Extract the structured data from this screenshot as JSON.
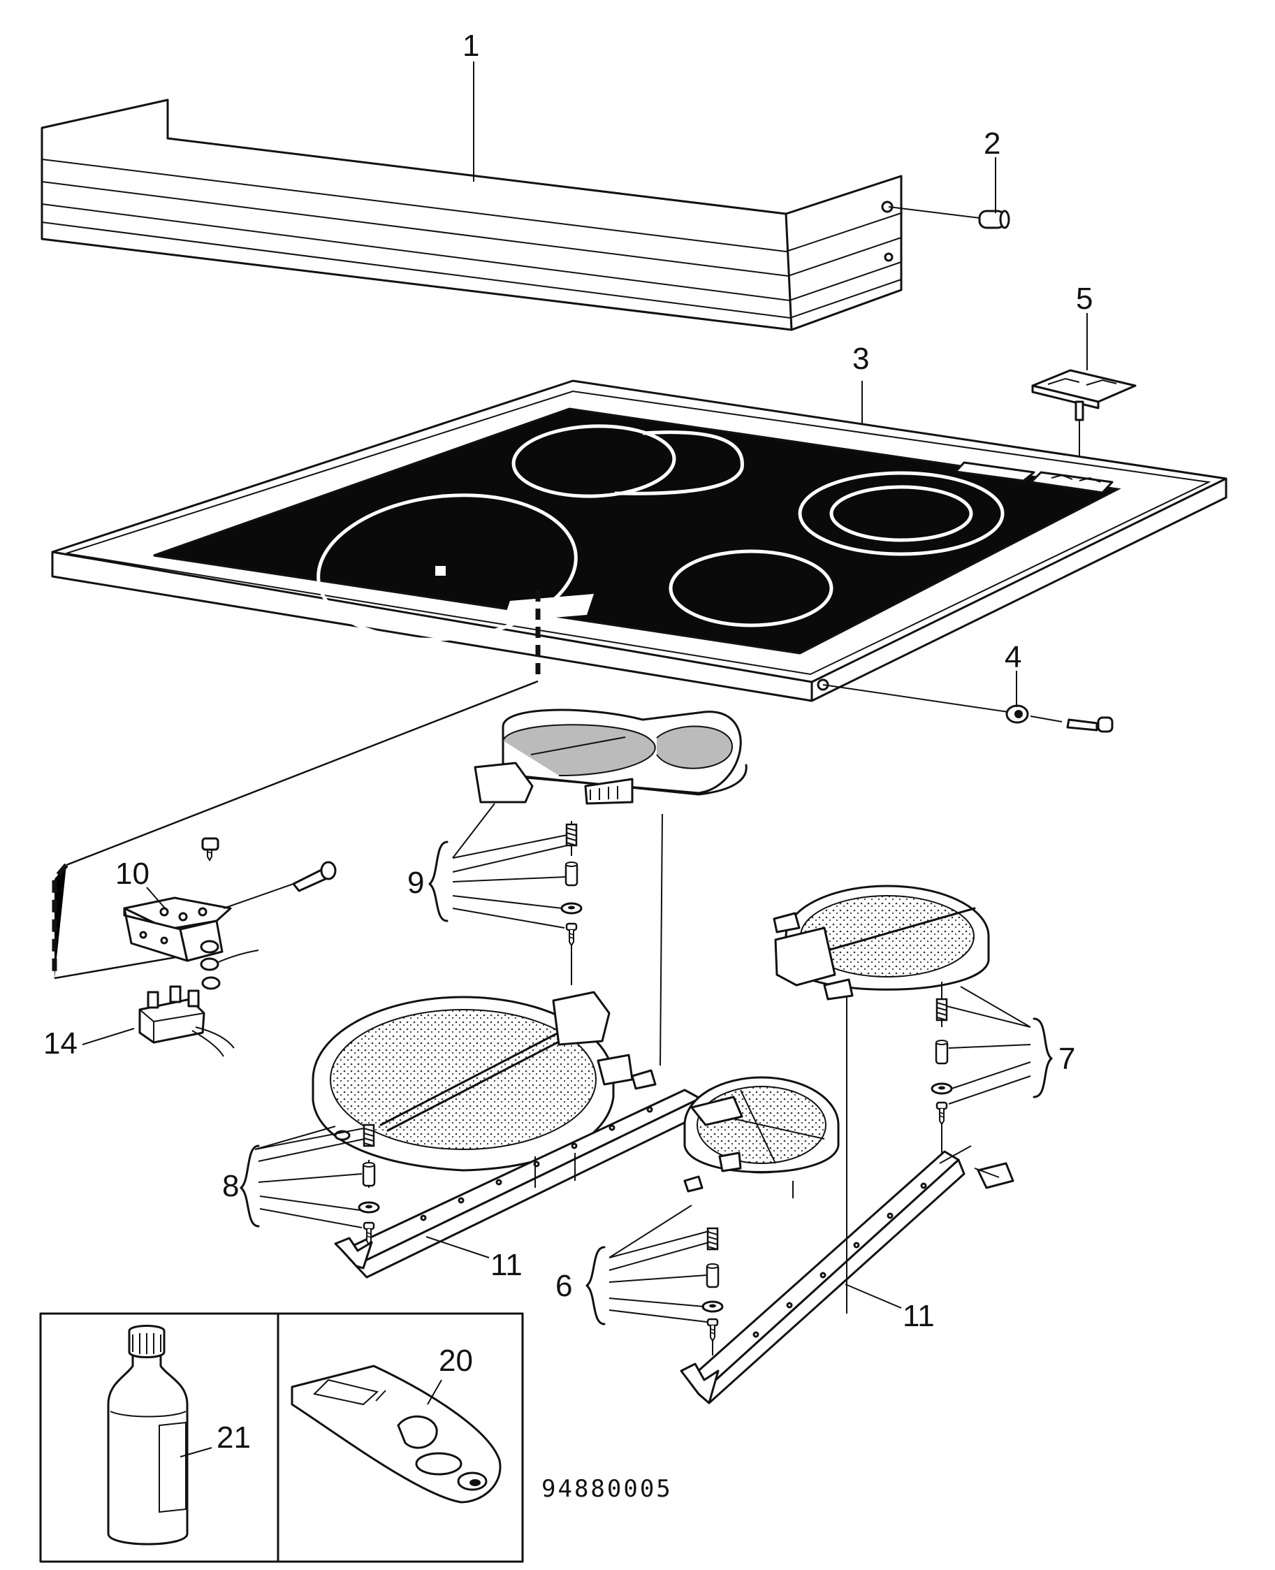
{
  "parts": {
    "p1": "1",
    "p2": "2",
    "p3": "3",
    "p4": "4",
    "p5": "5",
    "p6": "6",
    "p7": "7",
    "p8": "8",
    "p9": "9",
    "p10": "10",
    "p11a": "11",
    "p11b": "11",
    "p14": "14",
    "p20": "20",
    "p21": "21"
  },
  "drawing_code": "94880005",
  "colors": {
    "ink": "#111111",
    "glass": "#0a0a0a",
    "paper": "#ffffff"
  }
}
